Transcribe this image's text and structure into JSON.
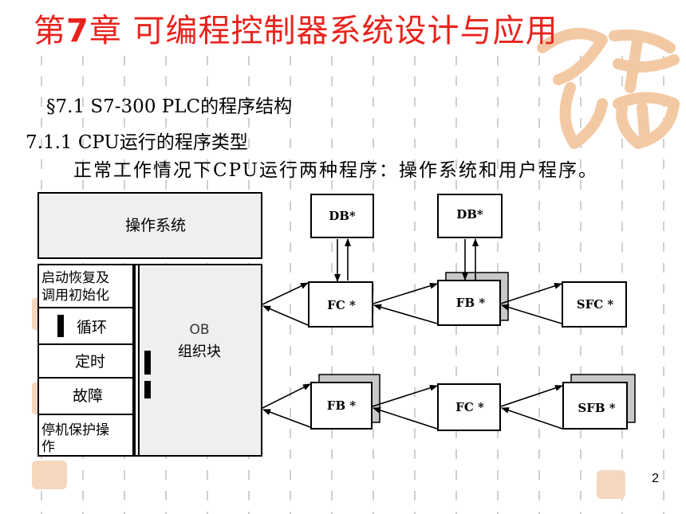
{
  "slide": {
    "title_prefix": "第",
    "title_number": "7",
    "title_rest": "章 可编程控制器系统设计与应用",
    "section": "§7.1 S7-300 PLC的程序结构",
    "subsection": "7.1.1 CPU运行的程序类型",
    "description": "正常工作情况下CPU运行两种程序：操作系统和用户程序。",
    "page_number": "2"
  },
  "diagram": {
    "os_label": "操作系统",
    "ob_label_line1": "OB",
    "ob_label_line2": "组织块",
    "ob_types": [
      "启动恢复及调用初始化",
      "循环",
      "定时",
      "故障",
      "停机保护操作"
    ],
    "top_row": {
      "db1": "DB*",
      "db2": "DB*",
      "fc": "FC *",
      "fb": "FB *",
      "sfc": "SFC *"
    },
    "bottom_row": {
      "fb": "FB *",
      "fc": "FC *",
      "sfb": "SFB *"
    }
  },
  "colors": {
    "title": "#e8231d",
    "seal": "#f3c9a4"
  }
}
